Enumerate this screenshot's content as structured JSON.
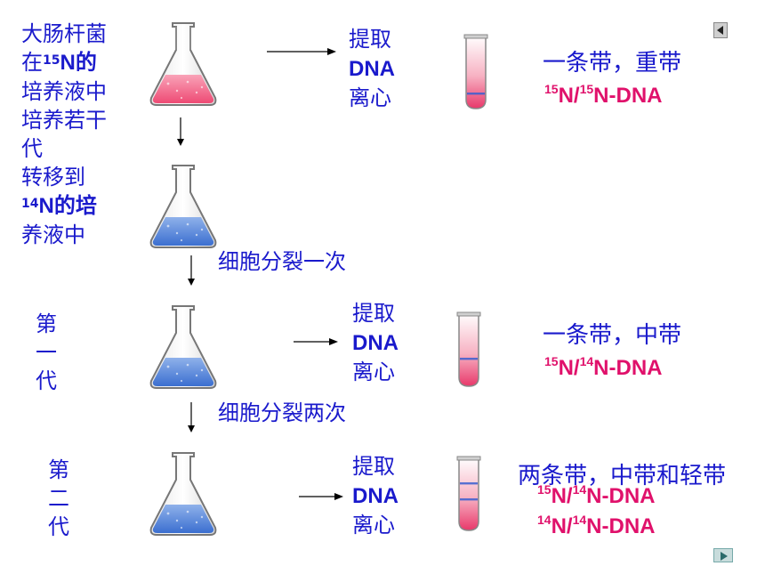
{
  "left_notes": {
    "line1": "大肠杆菌",
    "line2_pre": "在",
    "line2_iso": "15",
    "line2_post": "N的",
    "line3": "培养液中",
    "line4": "培养若干",
    "line5": "代",
    "line6": "转移到",
    "line7_iso": "14",
    "line7_post": "N的培",
    "line8": "养液中"
  },
  "step_labels": {
    "division_once": "细胞分裂一次",
    "division_twice": "细胞分裂两次"
  },
  "generation_labels": {
    "first": [
      "第",
      "一",
      "代"
    ],
    "second": [
      "第",
      "二",
      "代"
    ]
  },
  "process": {
    "extract": "提取",
    "dna": "DNA",
    "centrifuge": "离心"
  },
  "results": {
    "row1_desc": "一条带，重带",
    "row1_iso_a": "15",
    "row1_iso_b": "15",
    "row2_desc": "一条带，中带",
    "row2_iso_a": "15",
    "row2_iso_b": "14",
    "row3_desc": "两条带，中带和轻带",
    "row3a_iso_a": "15",
    "row3a_iso_b": "14",
    "row3b_iso_a": "14",
    "row3b_iso_b": "14",
    "n_slash": "N/",
    "n_dna": "N-DNA"
  },
  "colors": {
    "text_blue": "#1a1acc",
    "label_pink": "#e0116b",
    "medium_15n": "#f2557f",
    "medium_14n": "#4a7fd6"
  },
  "icons": {
    "nav_prev": "triangle-left-icon",
    "nav_next": "triangle-right-icon"
  }
}
